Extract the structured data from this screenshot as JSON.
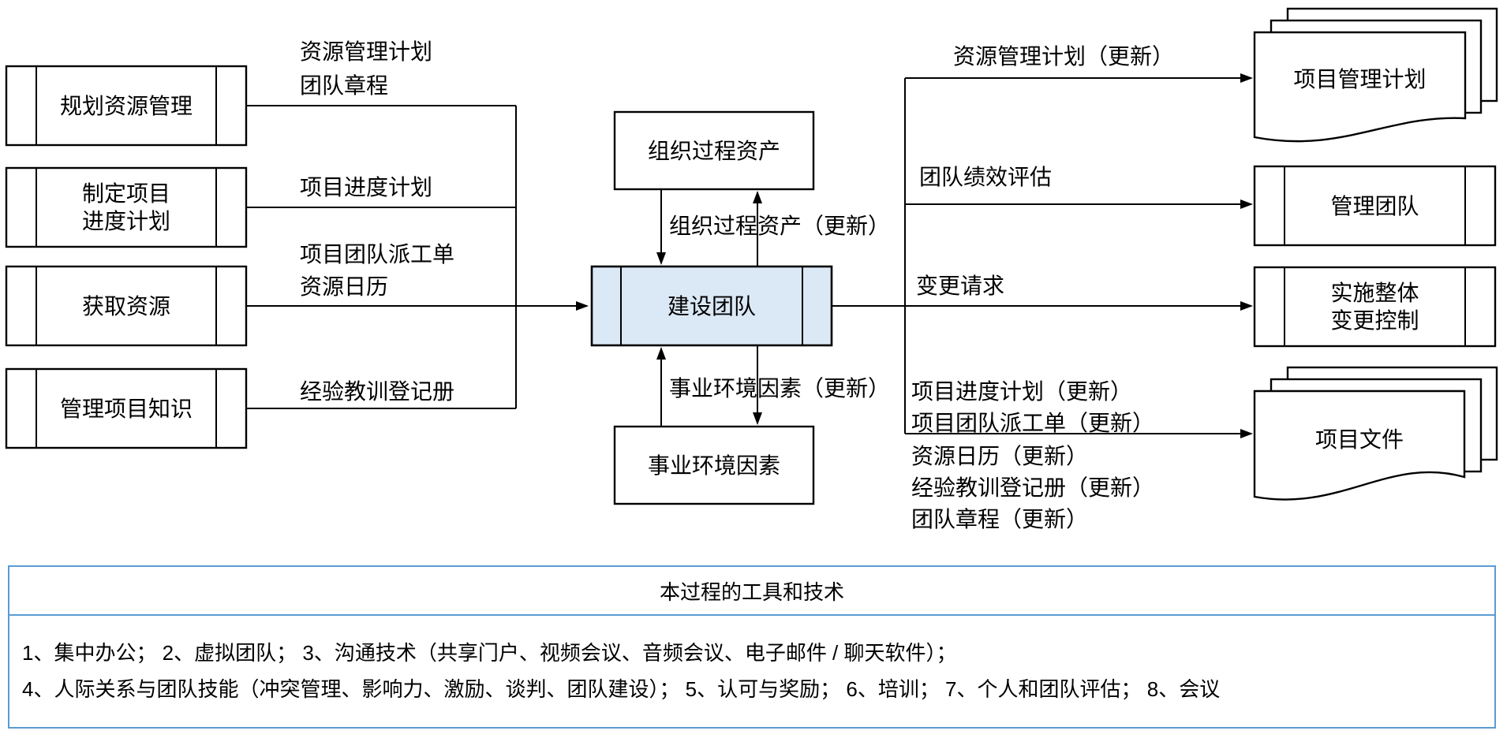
{
  "colors": {
    "panel_border": "#5b9bd5",
    "main_box_fill": "#dbe8f6"
  },
  "diagram": {
    "input_processes": [
      {
        "label": "规划资源管理"
      },
      {
        "label": "制定项目\n进度计划"
      },
      {
        "label": "获取资源"
      },
      {
        "label": "管理项目知识"
      }
    ],
    "input_labels": [
      {
        "text": "资源管理计划"
      },
      {
        "text": "团队章程"
      },
      {
        "text": "项目进度计划"
      },
      {
        "text": "项目团队派工单"
      },
      {
        "text": "资源日历"
      },
      {
        "text": "经验教训登记册"
      }
    ],
    "center": {
      "top_box_label": "组织过程资产",
      "main_box_label": "建设团队",
      "bottom_box_label": "事业环境因素",
      "top_update_label": "组织过程资产（更新）",
      "bottom_update_label": "事业环境因素（更新）"
    },
    "output_labels": [
      {
        "text": "资源管理计划（更新）"
      },
      {
        "text": "团队绩效评估"
      },
      {
        "text": "变更请求"
      }
    ],
    "document_update_labels": [
      {
        "text": "项目进度计划（更新）"
      },
      {
        "text": "项目团队派工单（更新）"
      },
      {
        "text": "资源日历（更新）"
      },
      {
        "text": "经验教训登记册（更新）"
      },
      {
        "text": "团队章程（更新）"
      }
    ],
    "output_targets": [
      {
        "label": "项目管理计划"
      },
      {
        "label": "管理团队"
      },
      {
        "label": "实施整体\n变更控制"
      },
      {
        "label": "项目文件"
      }
    ]
  },
  "tools_panel": {
    "title": "本过程的工具和技术",
    "line1": "1、集中办公； 2、虚拟团队； 3、沟通技术（共享门户、视频会议、音频会议、电子邮件 / 聊天软件）；",
    "line2": "4、人际关系与团队技能（冲突管理、影响力、激励、谈判、团队建设）； 5、认可与奖励； 6、培训； 7、个人和团队评估； 8、会议"
  }
}
